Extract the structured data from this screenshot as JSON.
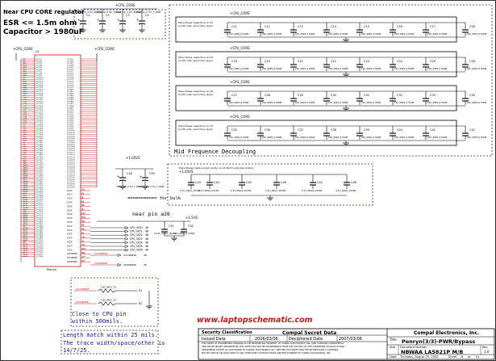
{
  "notes": {
    "regulator": "Near CPU CORE regulator",
    "esr": "ESR <= 1.5m ohm",
    "capacitance": "Capacitor > 1980uF",
    "mid_decoupling": "Mid Frequence Decoupling",
    "near_pin": "near pin a26",
    "for_bulk": "=========== for bulk",
    "close_pin_1": "Close to CPU pin",
    "close_pin_2": "within 500mils.",
    "length_1": "Length match within 25 mils.",
    "length_2": "The trace width/space/other is",
    "length_3": "14/7/25.",
    "website": "www.laptopschematic.com"
  },
  "nets": {
    "core": "+CPU_CORE",
    "v105": "+1.05VS",
    "v15": "+1.5VS"
  },
  "bulk_caps": [
    {
      "ref": "C1",
      "value": "330U_D2_2.5V_Y_R6M"
    },
    {
      "ref": "C2",
      "value": "330U_D2_2.5V_Y_R6M"
    },
    {
      "ref": "C3",
      "value": "330U_D2_2.5V_Y_R6M"
    },
    {
      "ref": "C4",
      "value": "330U_D2_2.5V_Y_R6M"
    }
  ],
  "decoupling": {
    "note_1": "Place these capacitors on L8",
    "note_2": "(north side, secondary layer)",
    "rows": [
      [
        "C11",
        "C12",
        "C13",
        "C14",
        "C15",
        "C16",
        "C17",
        "C18"
      ],
      [
        "C19",
        "C20",
        "C21",
        "C22",
        "C23",
        "C24",
        "C25",
        "C26"
      ],
      [
        "C27",
        "C28",
        "C29",
        "C30",
        "C31",
        "C32",
        "C33",
        "C34"
      ],
      [
        "C35",
        "C36",
        "C37",
        "C38",
        "C39",
        "C40",
        "C41",
        "C42"
      ]
    ],
    "value": "10U_0805_6.3V6M"
  },
  "v105_group": {
    "note": "Place these inside socket cavity on L8 (North side Secondary)",
    "caps": [
      "C43",
      "C44",
      "C45",
      "C46",
      "C47",
      "C48"
    ],
    "value": "0.1U_0402_10V6K"
  },
  "mid_caps": [
    {
      "ref": "C49",
      "value": "330U_D2_2.5V_Y_R6M"
    },
    {
      "ref": "C50",
      "value": "330U_D2_2.5V_Y_R6M"
    }
  ],
  "ic": {
    "ref": "U1",
    "part": "Penryn",
    "left_pins": [
      "A7",
      "A9",
      "A10",
      "A12",
      "A13",
      "A15",
      "A17",
      "A18",
      "A20",
      "B7",
      "B9",
      "B10",
      "B12",
      "B14",
      "B15",
      "B17",
      "B18",
      "B20",
      "C9",
      "C10",
      "C12",
      "C13",
      "C15",
      "C17",
      "C18",
      "D9",
      "D10",
      "D12",
      "D14",
      "D15",
      "D17",
      "D18",
      "E7",
      "E9",
      "E10",
      "E12",
      "E13",
      "E15",
      "E17",
      "E18",
      "E20",
      "F7",
      "F9",
      "F10",
      "F12",
      "F14",
      "F15",
      "F17",
      "F18",
      "F20",
      "AA7",
      "AA9",
      "AA10",
      "AA12",
      "AA13",
      "AA15",
      "AA17",
      "AA18",
      "AA20",
      "AB9",
      "AB10",
      "AB12",
      "AB14",
      "AB15",
      "AB17",
      "AB18",
      "AC7",
      "AC9",
      "AC10",
      "AC12",
      "AC13",
      "AC15",
      "AC17",
      "AC18",
      "AD7",
      "AD9",
      "AD10",
      "AD12",
      "AD14",
      "AD15",
      "AD17",
      "AD18",
      "AE9",
      "AE10",
      "AE12",
      "AE13",
      "AE15",
      "AE17",
      "AE18",
      "AE20",
      "AF9",
      "AF10",
      "AF12",
      "AF14",
      "AF15",
      "AF17",
      "AF18",
      "AF20"
    ],
    "bottom_pins": [
      {
        "pin": "G21",
        "name": "VCCA"
      },
      {
        "pin": "V6",
        "name": "VCCA"
      },
      {
        "pin": "J6",
        "name": "VCCP"
      },
      {
        "pin": "K6",
        "name": "VCCP"
      },
      {
        "pin": "M6",
        "name": "VCCP"
      },
      {
        "pin": "J21",
        "name": "VCCP"
      },
      {
        "pin": "K21",
        "name": "VCCP"
      },
      {
        "pin": "M21",
        "name": "VCCP"
      },
      {
        "pin": "N21",
        "name": "VCCP"
      },
      {
        "pin": "N6",
        "name": "VCCP"
      },
      {
        "pin": "R21",
        "name": "VCCP"
      },
      {
        "pin": "R6",
        "name": "VCCP"
      },
      {
        "pin": "T21",
        "name": "VCCP"
      },
      {
        "pin": "T6",
        "name": "VCCP"
      },
      {
        "pin": "V21",
        "name": "VCCP"
      },
      {
        "pin": "W21",
        "name": "VCCP"
      },
      {
        "pin": "B26",
        "name": "VCCSENSE"
      },
      {
        "pin": "AF7",
        "name": "VCCSENSE"
      },
      {
        "pin": "AE7",
        "name": "VSSSENSE"
      }
    ],
    "vid_signals": [
      {
        "name": "CPU_VID0",
        "page": "48"
      },
      {
        "name": "CPU_VID1",
        "page": "48"
      },
      {
        "name": "CPU_VID2",
        "page": "48"
      },
      {
        "name": "CPU_VID3",
        "page": "48"
      },
      {
        "name": "CPU_VID4",
        "page": "48"
      },
      {
        "name": "CPU_VID5",
        "page": "48"
      },
      {
        "name": "CPU_VID6",
        "page": "48"
      }
    ],
    "sense_signals": [
      {
        "name": "VCCSENSE",
        "page": "48"
      },
      {
        "name": "VSSSENSE",
        "page": "48"
      }
    ],
    "pulldowns": [
      {
        "net": "VCCSENSE",
        "ref": "R1",
        "value": "100_0402_1%"
      },
      {
        "net": "VSSSENSE",
        "ref": "R2",
        "value": "100_0402_1%"
      }
    ],
    "v15_caps": [
      {
        "ref": "C51",
        "value": "0.01U_0402_16V7K"
      },
      {
        "ref": "C52",
        "value": "10U_0805_6.3V6M"
      }
    ]
  },
  "title_block": {
    "classification": "Security Classification",
    "secret": "Compal Secret Data",
    "issued": "Issued Date",
    "issued_date": "2006/03/06",
    "deciphered": "Deciphered Date",
    "deciphered_date": "2007/03/06",
    "company": "Compal Electronics, Inc.",
    "title_lbl": "Title",
    "title": "Penryn(3/3)-PWR/Bypass",
    "size_lbl": "Size",
    "doc_lbl": "Document Number",
    "rev_lbl": "Rev",
    "doc": "NBWAA LA5821P M/B",
    "rev": "1.0",
    "date_lbl": "Date:",
    "date": "Thursday, August 20, 2009",
    "sheet_lbl": "Sheet",
    "sheet": "6",
    "of": "of",
    "total": "51",
    "disclaimer_1": "THIS SHEET OF ENGINEERING DRAWING IS THE PROPRIETARY PROPERTY OF COMPAL ELECTRONICS, INC. AND CONTAINS CONFIDENTIAL",
    "disclaimer_2": "AND TRADE SECRET INFORMATION. THIS SHEET MAY NOT BE TRANSFERRED FROM THE CUSTODY OF THE COMPETENT DIVISION OF R&D",
    "disclaimer_3": "DEPARTMENT EXCEPT AS AUTHORIZED BY COMPAL ELECTRONICS, INC. NEITHER THIS SHEET NOR THE INFORMATION IT CONTAINS",
    "disclaimer_4": "MAY BE USED BY OR DISCLOSED TO ANY THIRD PARTY WITHOUT PRIOR WRITTEN CONSENT OF COMPAL ELECTRONICS, INC."
  }
}
